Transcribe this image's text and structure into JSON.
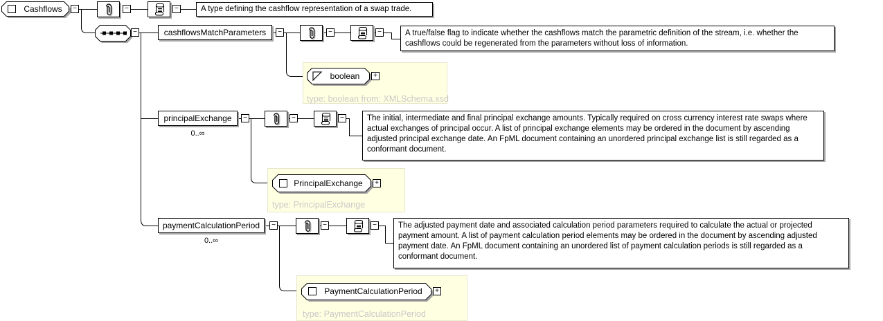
{
  "diagram": {
    "root": {
      "label": "Cashflows",
      "annotation": "A type defining the cashflow representation of a swap trade."
    },
    "sequence": {
      "icon": "sequence-icon"
    },
    "children": [
      {
        "label": "cashflowsMatchParameters",
        "annotation": "A true/false flag to indicate whether the cashflows match the parametric definition of the stream, i.e. whether the cashflows could be regenerated from the parameters without loss of information.",
        "type": {
          "label": "boolean",
          "note": "type: boolean from: XMLSchema.xsd"
        }
      },
      {
        "label": "principalExchange",
        "occurs": "0..∞",
        "annotation": "The initial, intermediate and final principal exchange amounts. Typically required on cross currency interest rate swaps where actual exchanges of principal occur. A list of principal exchange elements may be ordered in the document by ascending adjusted principal exchange date. An FpML document containing an unordered principal exchange list is still regarded as a conformant document.",
        "type": {
          "label": "PrincipalExchange",
          "note": "type: PrincipalExchange"
        }
      },
      {
        "label": "paymentCalculationPeriod",
        "occurs": "0..∞",
        "annotation": "The adjusted payment date and associated calculation period parameters required to calculate the actual or projected payment amount. A list of payment calculation period elements may be ordered in the document by ascending adjusted payment date. An FpML document containing an unordered list of payment calculation periods is still regarded as a conformant document.",
        "type": {
          "label": "PaymentCalculationPeriod",
          "note": "type: PaymentCalculationPeriod"
        }
      }
    ]
  },
  "controls": {
    "collapse": "−",
    "expand": "+"
  },
  "icons": [
    "paperclip-icon",
    "scroll-icon",
    "sequence-icon",
    "complex-type-icon",
    "simple-type-icon"
  ],
  "colors": {
    "type_area_bg": "#ffffe1",
    "type_note_text": "#c9c9c9",
    "shadow": "#a6a6a6",
    "line": "#000000"
  }
}
